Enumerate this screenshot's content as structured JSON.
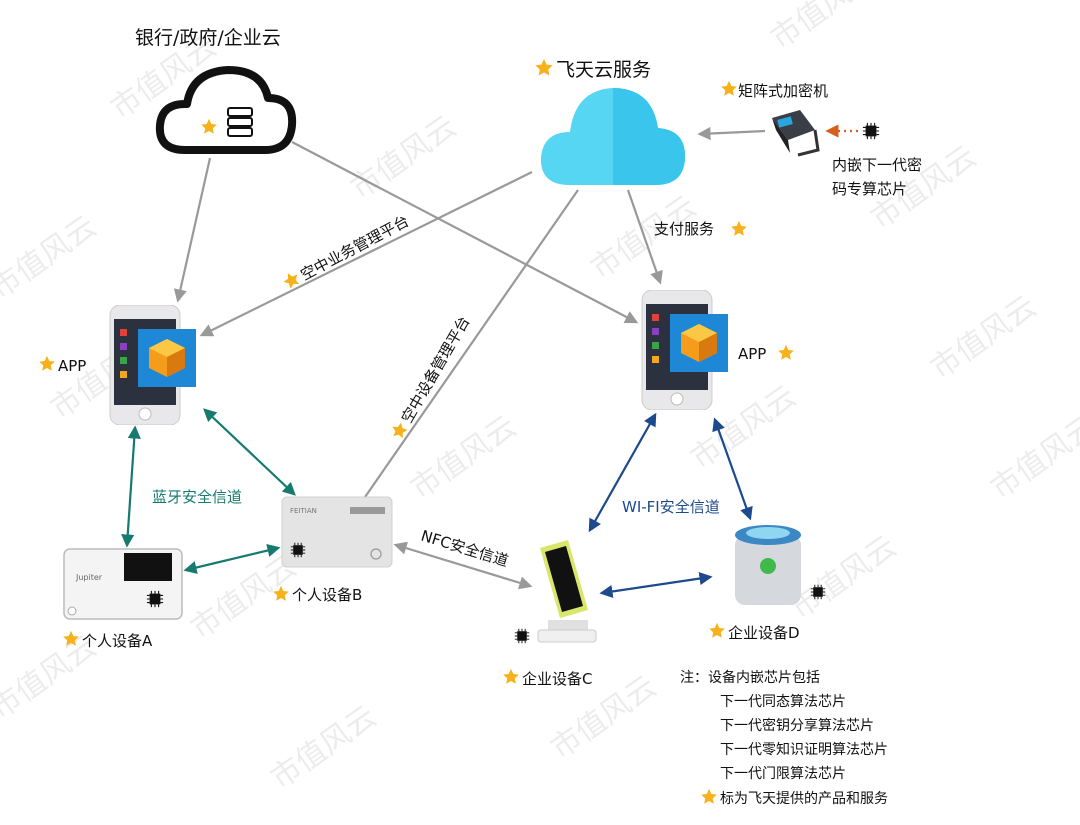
{
  "watermark": "市值风云",
  "colors": {
    "gray_arrow": "#999999",
    "teal_arrow": "#167a6f",
    "navy_arrow": "#1d4a8c",
    "cloud_cyan": "#56d6f2",
    "star": "#f7b21b"
  },
  "nodes": {
    "bank_cloud": "银行/政府/企业云",
    "feitian_cloud": "飞天云服务",
    "encryptor": "矩阵式加密机",
    "chip_note": [
      "内嵌下一代密",
      "码专算芯片"
    ],
    "app_left": "APP",
    "app_right": "APP",
    "device_a": "个人设备A",
    "device_b": "个人设备B",
    "device_c": "企业设备C",
    "device_d": "企业设备D",
    "device_a_brand": "Jupiter",
    "device_b_brand": "FEITIAN"
  },
  "edges": {
    "ota_business": "空中业务管理平台",
    "ota_device": "空中设备管理平台",
    "payment": "支付服务",
    "bluetooth": "蓝牙安全信道",
    "nfc": "NFC安全信道",
    "wifi": "WI-FI安全信道"
  },
  "notes": {
    "title": "注：设备内嵌芯片包括",
    "items": [
      "下一代同态算法芯片",
      "下一代密钥分享算法芯片",
      "下一代零知识证明算法芯片",
      "下一代门限算法芯片"
    ],
    "legend": "标为飞天提供的产品和服务"
  }
}
